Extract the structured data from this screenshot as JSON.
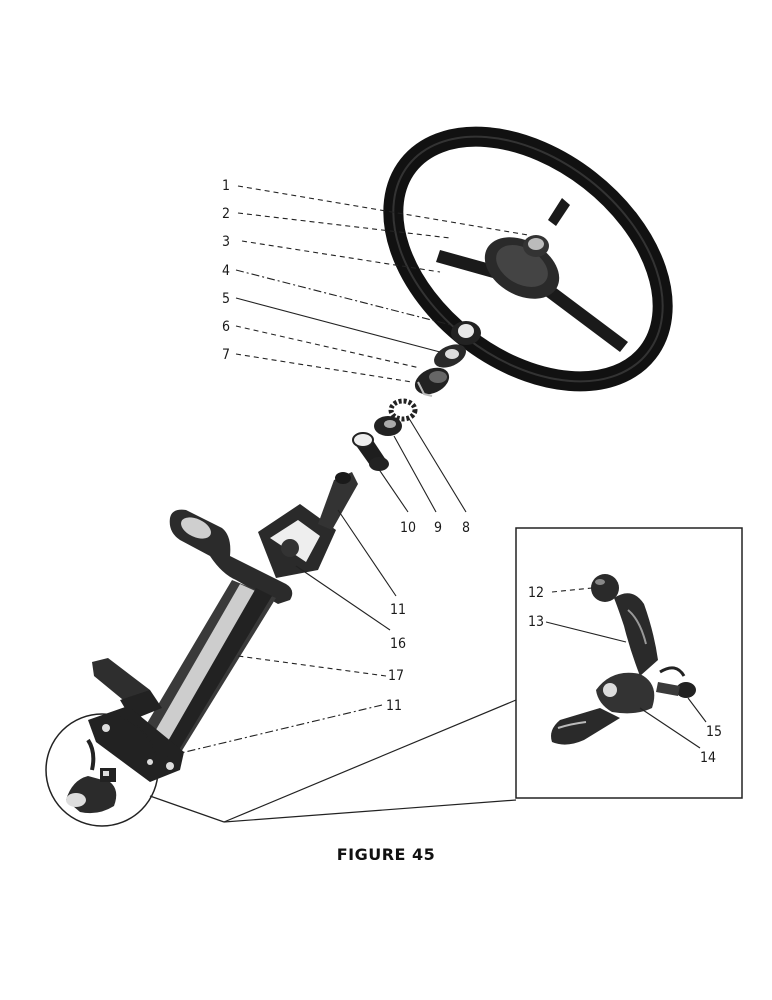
{
  "figure": {
    "caption": "FIGURE 45"
  },
  "parts": [
    {
      "num": "1"
    },
    {
      "num": "2"
    },
    {
      "num": "3"
    },
    {
      "num": "4"
    },
    {
      "num": "5"
    },
    {
      "num": "6"
    },
    {
      "num": "7"
    },
    {
      "num": "8"
    },
    {
      "num": "9"
    },
    {
      "num": "10"
    },
    {
      "num": "11"
    },
    {
      "num": "16"
    },
    {
      "num": "17"
    },
    {
      "num": "11"
    },
    {
      "num": "12"
    },
    {
      "num": "13"
    },
    {
      "num": "14"
    },
    {
      "num": "15"
    }
  ]
}
